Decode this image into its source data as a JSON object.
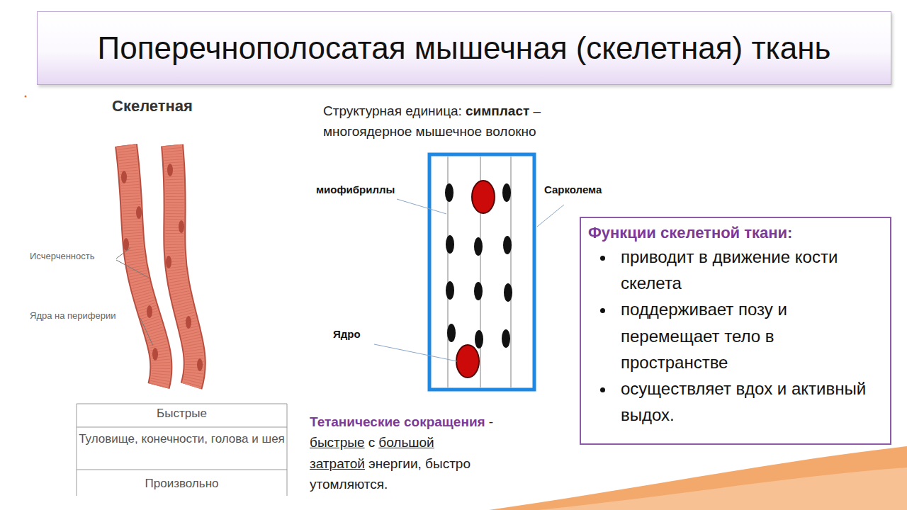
{
  "diagram": {
    "title": "Поперечнополосатая мышечная (скелетная) ткань",
    "nodes": [
      {
        "text": [
          "Функции скелетной ткани:",
          "приводит в движение кости скелета",
          "поддерживает позу и перемещает тело в пространстве",
          "осуществляет вдох и активный выдох."
        ]
      }
    ],
    "labels": [
      "Скелетная",
      "Исчерченность",
      "Ядра на периферии",
      "Быстрые",
      "Туловище, конечности, голова и шея",
      "Произвольно",
      "Структурная единица:",
      "симпласт",
      "– многоядерное мышечное волокно",
      "миофибриллы",
      "Сарколема",
      "Ядро",
      "Тетанические сокращения",
      "-",
      "быстрые",
      "с",
      "большой затратой",
      "энергии, быстро утомляются."
    ]
  }
}
